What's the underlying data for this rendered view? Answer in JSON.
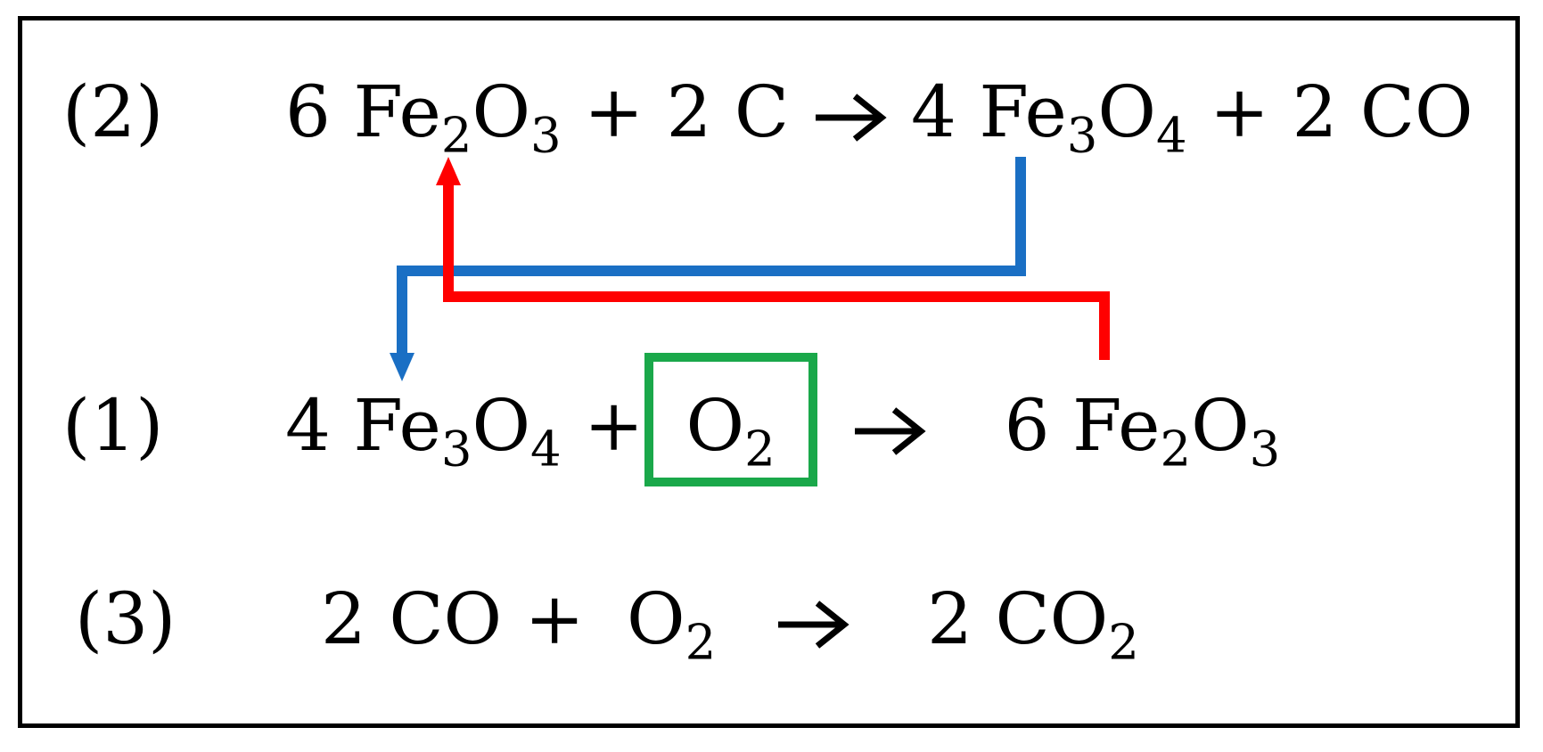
{
  "equations": {
    "eq2": {
      "label": "(2)",
      "r1_coef": "6",
      "r1_a": "Fe",
      "r1_a_sub": "2",
      "r1_b": "O",
      "r1_b_sub": "3",
      "plus1": "+",
      "r2": "2 C",
      "p1_coef": "4",
      "p1_a": "Fe",
      "p1_a_sub": "3",
      "p1_b": "O",
      "p1_b_sub": "4",
      "plus2": "+",
      "p2": "2 CO"
    },
    "eq1": {
      "label": "(1)",
      "r1_coef": "4",
      "r1_a": "Fe",
      "r1_a_sub": "3",
      "r1_b": "O",
      "r1_b_sub": "4",
      "plus1": "+",
      "r2_a": "O",
      "r2_a_sub": "2",
      "p1_coef": "6",
      "p1_a": "Fe",
      "p1_a_sub": "2",
      "p1_b": "O",
      "p1_b_sub": "3"
    },
    "eq3": {
      "label": "(3)",
      "r1": "2 CO",
      "plus1": "+",
      "r2_a": "O",
      "r2_a_sub": "2",
      "p1_a": "2 CO",
      "p1_a_sub": "2"
    }
  },
  "colors": {
    "text": "#000000",
    "frame": "#000000",
    "recycle_red": "#ff0000",
    "recycle_blue": "#1a6fc4",
    "highlight_green": "#1aa84a"
  },
  "icons": {
    "reaction_arrow": "right-arrow-icon"
  }
}
